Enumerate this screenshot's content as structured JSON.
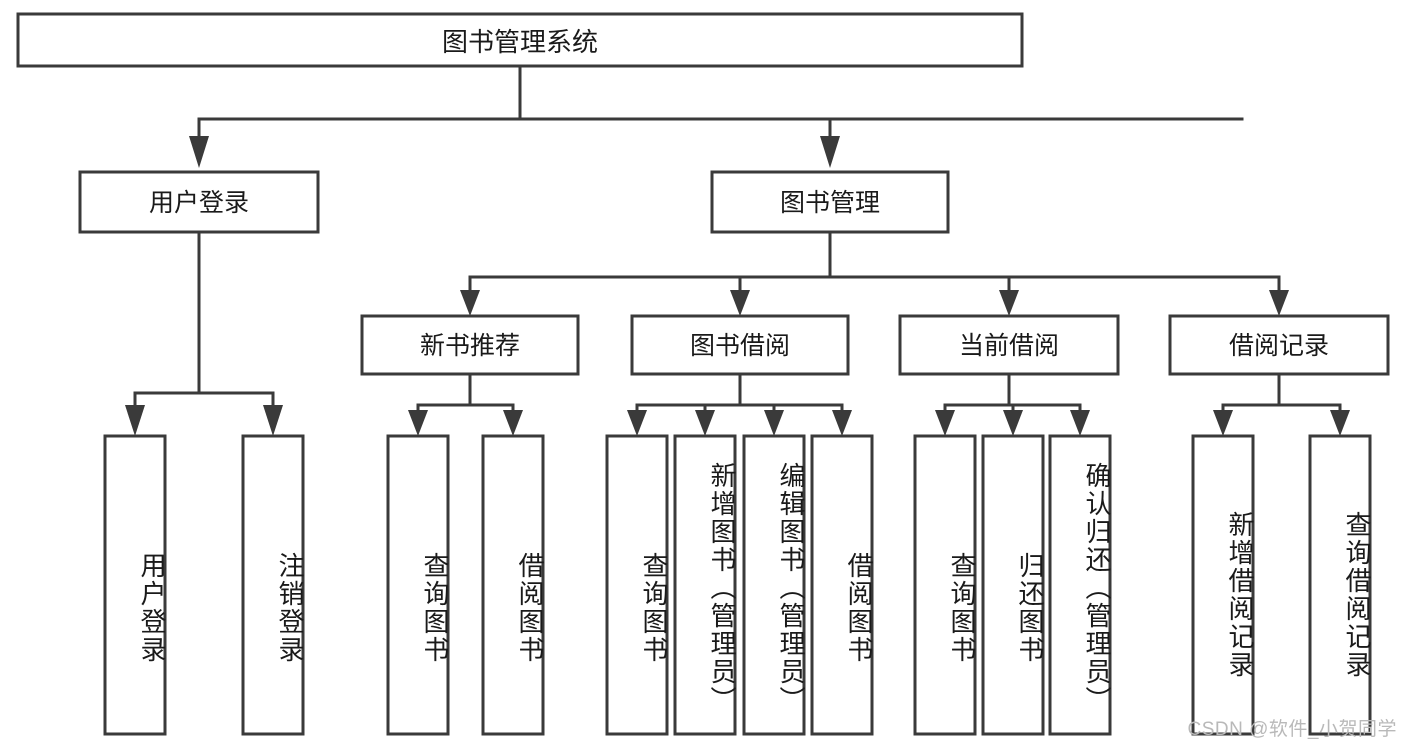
{
  "diagram": {
    "title": "图书管理系统",
    "type": "tree-hierarchy",
    "watermark": "CSDN @软件_小贺同学",
    "colors": {
      "stroke": "#3a3a3a",
      "box_fill": "#ffffff",
      "text": "#1a1a1a",
      "background": "#ffffff",
      "watermark": "#b9b9b9"
    },
    "root": {
      "id": "root",
      "label": "图书管理系统"
    },
    "level1": [
      {
        "id": "user-login",
        "label": "用户登录"
      },
      {
        "id": "book-manage",
        "label": "图书管理"
      }
    ],
    "level2": [
      {
        "id": "new-book-recommend",
        "label": "新书推荐",
        "parent": "book-manage"
      },
      {
        "id": "book-borrow",
        "label": "图书借阅",
        "parent": "book-manage"
      },
      {
        "id": "current-borrow",
        "label": "当前借阅",
        "parent": "book-manage"
      },
      {
        "id": "borrow-record",
        "label": "借阅记录",
        "parent": "book-manage"
      }
    ],
    "leaves": [
      {
        "id": "leaf-user-login",
        "label": "用户登录",
        "parent": "user-login"
      },
      {
        "id": "leaf-user-logout",
        "label": "注销登录",
        "parent": "user-login"
      },
      {
        "id": "leaf-query-book-1",
        "label": "查询图书",
        "parent": "new-book-recommend"
      },
      {
        "id": "leaf-borrow-book-1",
        "label": "借阅图书",
        "parent": "new-book-recommend"
      },
      {
        "id": "leaf-query-book-2",
        "label": "查询图书",
        "parent": "book-borrow"
      },
      {
        "id": "leaf-add-book",
        "label": "新增图书（管理员）",
        "parent": "book-borrow"
      },
      {
        "id": "leaf-edit-book",
        "label": "编辑图书（管理员）",
        "parent": "book-borrow"
      },
      {
        "id": "leaf-borrow-book-2",
        "label": "借阅图书",
        "parent": "book-borrow"
      },
      {
        "id": "leaf-query-book-3",
        "label": "查询图书",
        "parent": "current-borrow"
      },
      {
        "id": "leaf-return-book",
        "label": "归还图书",
        "parent": "current-borrow"
      },
      {
        "id": "leaf-confirm-return",
        "label": "确认归还（管理员）",
        "parent": "current-borrow"
      },
      {
        "id": "leaf-add-record",
        "label": "新增借阅记录",
        "parent": "borrow-record"
      },
      {
        "id": "leaf-query-record",
        "label": "查询借阅记录",
        "parent": "borrow-record"
      }
    ]
  }
}
